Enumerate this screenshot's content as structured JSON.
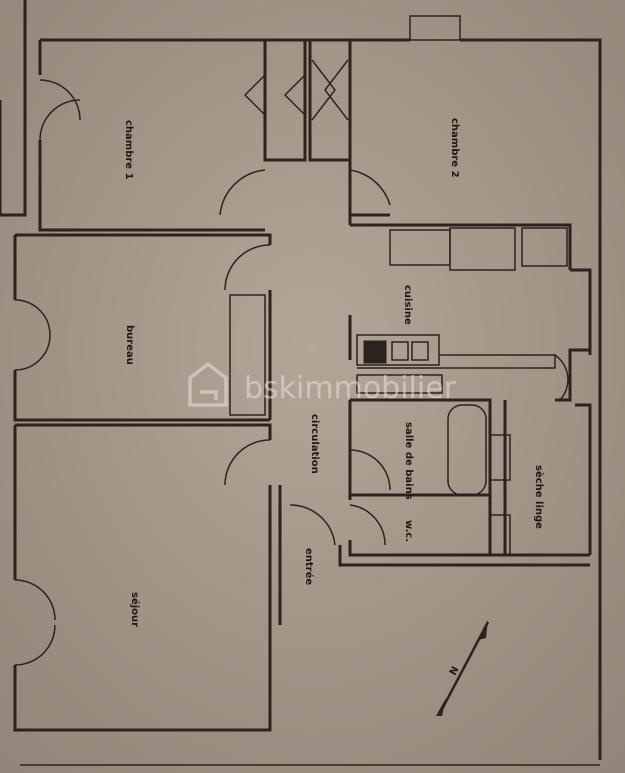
{
  "plan": {
    "rooms": [
      {
        "id": "chambre-1",
        "label": "chambre 1"
      },
      {
        "id": "chambre-2",
        "label": "chambre 2"
      },
      {
        "id": "bureau",
        "label": "bureau"
      },
      {
        "id": "cuisine",
        "label": "cuisine"
      },
      {
        "id": "circulation",
        "label": "circulation"
      },
      {
        "id": "salle-de-bains",
        "label": "salle de bains"
      },
      {
        "id": "seche-linge",
        "label": "sèche linge"
      },
      {
        "id": "wc",
        "label": "w.c."
      },
      {
        "id": "entree",
        "label": "entrée"
      },
      {
        "id": "sejour",
        "label": "séjour"
      }
    ],
    "compass_label": "N",
    "colors": {
      "paper": "#a4968a",
      "ink": "#2a231e",
      "watermark": "#e8e2dc"
    }
  },
  "watermark": {
    "text": "bskimmobilier",
    "logo": "house-g-logo"
  }
}
